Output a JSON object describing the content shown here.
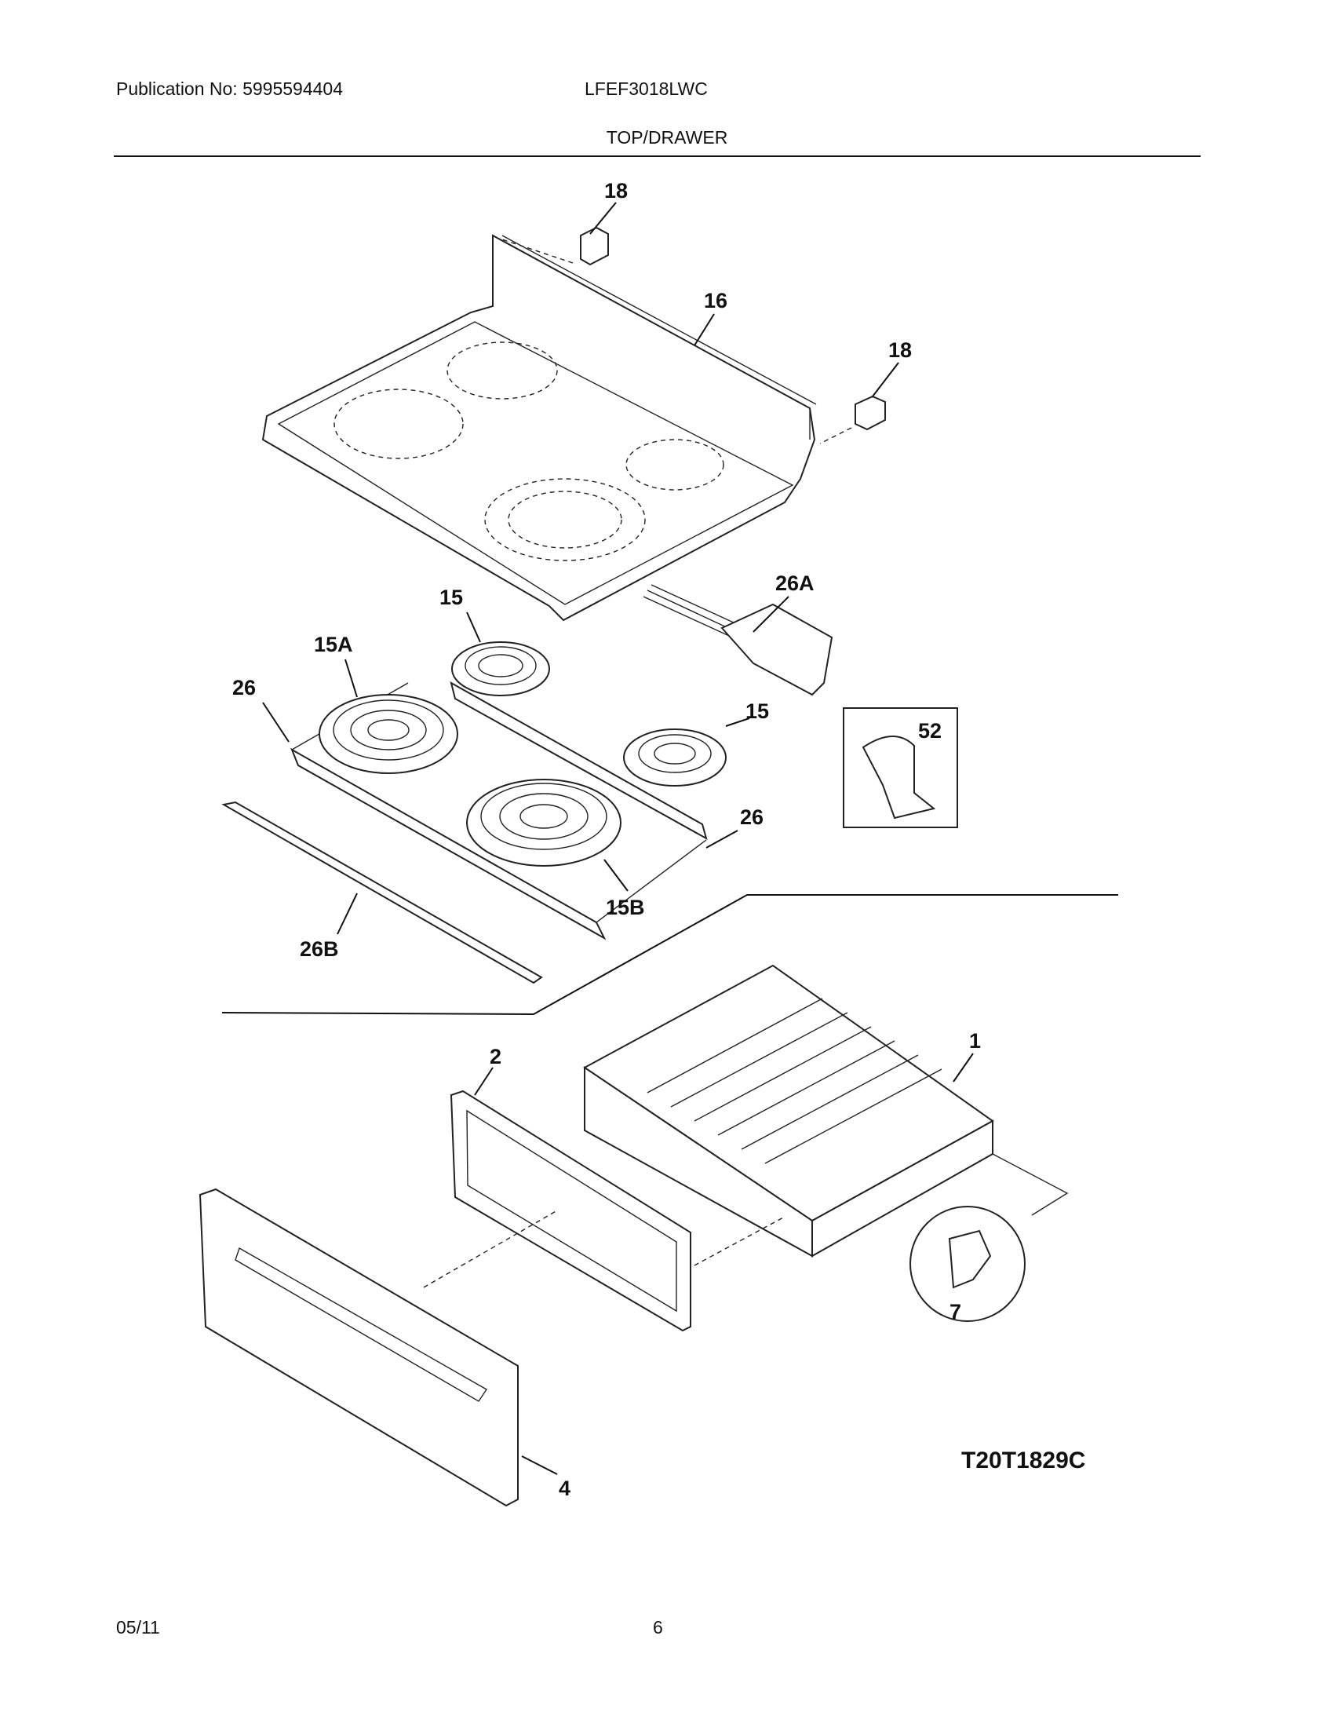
{
  "header": {
    "publication": "Publication No: 5995594404",
    "model": "LFEF3018LWC",
    "section": "TOP/DRAWER"
  },
  "callouts": {
    "c18a": "18",
    "c16": "16",
    "c18b": "18",
    "c15a": "15",
    "c26a_label": "26A",
    "c15A": "15A",
    "c26_left": "26",
    "c15b": "15",
    "c52": "52",
    "c26_right": "26",
    "c15B": "15B",
    "c26B": "26B",
    "c1": "1",
    "c2": "2",
    "c7": "7",
    "c4": "4"
  },
  "diagram_code": "T20T1829C",
  "footer": {
    "date": "05/11",
    "page": "6"
  }
}
